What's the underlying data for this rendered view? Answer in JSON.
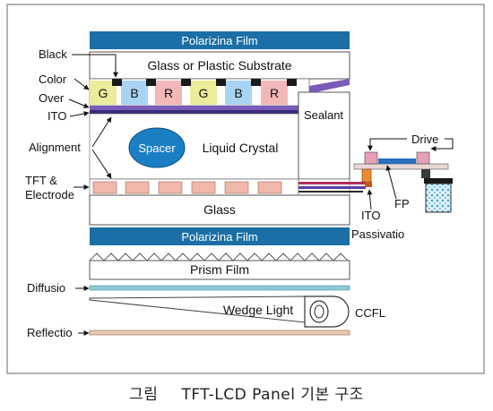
{
  "layers": {
    "polarizer_top": "Polarizina Film",
    "substrate": "Glass or Plastic Substrate",
    "liquid_crystal": "Liquid Crystal",
    "spacer": "Spacer",
    "sealant": "Sealant",
    "glass_bottom": "Glass",
    "polarizer_bottom": "Polarizina Film",
    "prism_film": "Prism Film",
    "wedge_light": "Wedge Light",
    "ccfl": "CCFL"
  },
  "color_filters": [
    "G",
    "B",
    "R",
    "G",
    "B",
    "R"
  ],
  "left_labels": {
    "black": "Black",
    "color": "Color",
    "over": "Over",
    "ito": "ITO",
    "alignment": "Alignment",
    "tft_line1": "TFT &",
    "tft_line2": "Electrode",
    "diffusio": "Diffusio",
    "reflectio": "Reflectio"
  },
  "right_labels": {
    "drive": "Drive",
    "fp": "FP",
    "ito": "ITO",
    "passivatio": "Passivatio"
  },
  "caption": {
    "prefix": "그림",
    "title": "TFT-LCD Panel 기본 구조"
  },
  "colors": {
    "polarizer": "#1b6fa6",
    "filter_green": "#ecec9a",
    "filter_blue": "#a9d3f2",
    "filter_red": "#f2b8b8",
    "ito_purple": "#6b3fa0",
    "spacer": "#1b7fc4",
    "tft_pad": "#f0b8a8",
    "diffuser": "#8ec9d8",
    "reflector": "#e8c9b0",
    "drive_chip": "#e8a0b8",
    "accent_orange": "#f08a2e"
  }
}
